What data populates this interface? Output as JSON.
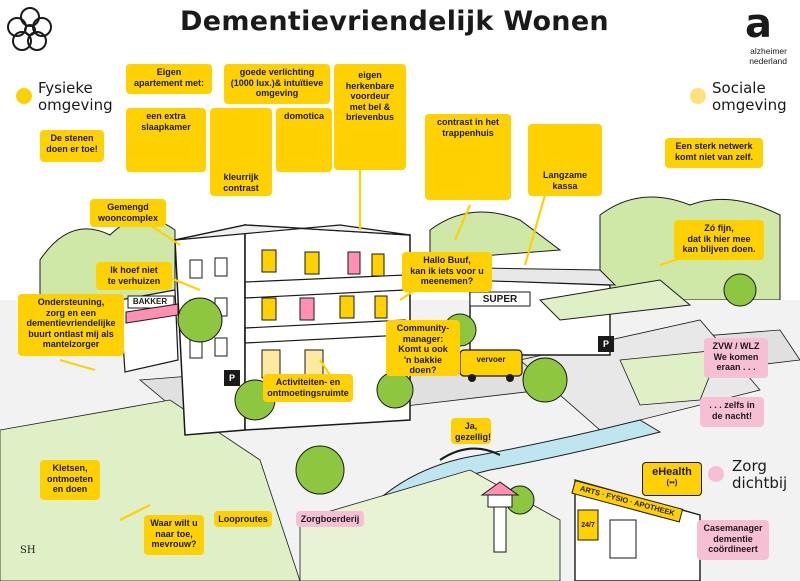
{
  "title": "Dementievriendelijk Wonen",
  "logo": {
    "letter": "a",
    "line1": "alzheimer",
    "line2": "nederland"
  },
  "categories": {
    "physical": {
      "line1": "Fysieke",
      "line2": "omgeving",
      "color": "#ffd100"
    },
    "social": {
      "line1": "Sociale",
      "line2": "omgeving",
      "color": "#ffe27a"
    },
    "care": {
      "line1": "Zorg",
      "line2": "dichtbij",
      "color": "#f7bfd4"
    }
  },
  "labels": {
    "stenen": [
      "De stenen",
      "doen er toe!"
    ],
    "netwerk": [
      "Een sterk netwerk",
      "komt niet van zelf."
    ],
    "eigen_app": [
      "Eigen",
      "apartement met:"
    ],
    "slaapkamer": [
      "een extra",
      "slaapkamer"
    ],
    "verlichting": [
      "goede verlichting",
      "(1000 lux.)& intuïtieve",
      "omgeving"
    ],
    "voordeur": [
      "eigen",
      "herkenbare",
      "voordeur",
      "met bel &",
      "brievenbus"
    ],
    "domotica": [
      "domotica"
    ],
    "kleurrijk": [
      "kleurrijk",
      "contrast"
    ],
    "trappenhuis": [
      "contrast in het",
      "trappenhuis"
    ],
    "kassa": [
      "Langzame",
      "kassa"
    ],
    "wooncomplex": [
      "Gemengd",
      "wooncomplex"
    ],
    "verhuizen": [
      "Ik hoef niet",
      "te verhuizen"
    ],
    "zofijn": [
      "Zó fijn,",
      "dat ik hier mee",
      "kan blijven doen."
    ],
    "hallo": [
      "Hallo Buuf,",
      "kan ik iets voor u",
      "meenemen?"
    ],
    "ondersteuning": [
      "Ondersteuning,",
      "zorg en een",
      "dementievriendelijke",
      "buurt ontlast mij als",
      "mantelzorger"
    ],
    "community": [
      "Community-",
      "manager:",
      "Komt u ook",
      "'n bakkie",
      "doen?"
    ],
    "activiteiten": [
      "Activiteiten- en",
      "ontmoetingsruimte"
    ],
    "gezellig": [
      "Ja,",
      "gezellig!"
    ],
    "kletsen": [
      "Kletsen,",
      "ontmoeten",
      "en doen"
    ],
    "waar": [
      "Waar wilt u",
      "naar toe,",
      "mevrouw?"
    ],
    "looproutes": [
      "Looproutes"
    ],
    "zorgboerderij": [
      "Zorgboerderij"
    ],
    "zvw": [
      "ZVW / WLZ",
      "We komen",
      "eraan . . ."
    ],
    "nacht": [
      ". . . zelfs in",
      "de nacht!"
    ],
    "casemanager": [
      "Casemanager",
      "dementie",
      "coördineert"
    ]
  },
  "scene_text": {
    "bakker": "BAKKER",
    "super": "SUPER",
    "vervoer": "vervoer",
    "ehealth": "eHealth",
    "ehealth_sub": "(••)",
    "arts": "ARTS · FYSIO · APOTHEEK",
    "open": "24/7",
    "parking": "P",
    "signature": "SH"
  },
  "colors": {
    "yellow": "#ffd100",
    "pink": "#f7bfd4",
    "green": "#8dc63f",
    "dark_green": "#5e9a2c",
    "water": "#bfe6f0",
    "road": "#e4e4e4",
    "ink": "#1a1a1a"
  }
}
